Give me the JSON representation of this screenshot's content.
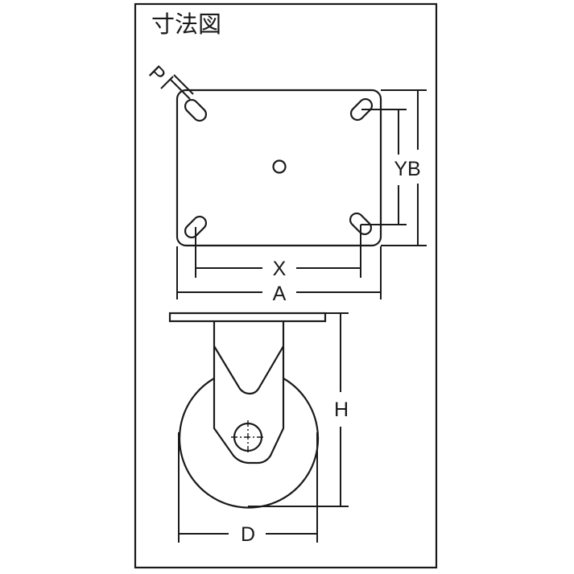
{
  "title": "寸法図",
  "labels": {
    "p": "P",
    "yb": "YB",
    "x": "X",
    "a": "A",
    "h": "H",
    "d": "D"
  },
  "colors": {
    "line": "#1a1a1a",
    "background": "#ffffff"
  }
}
